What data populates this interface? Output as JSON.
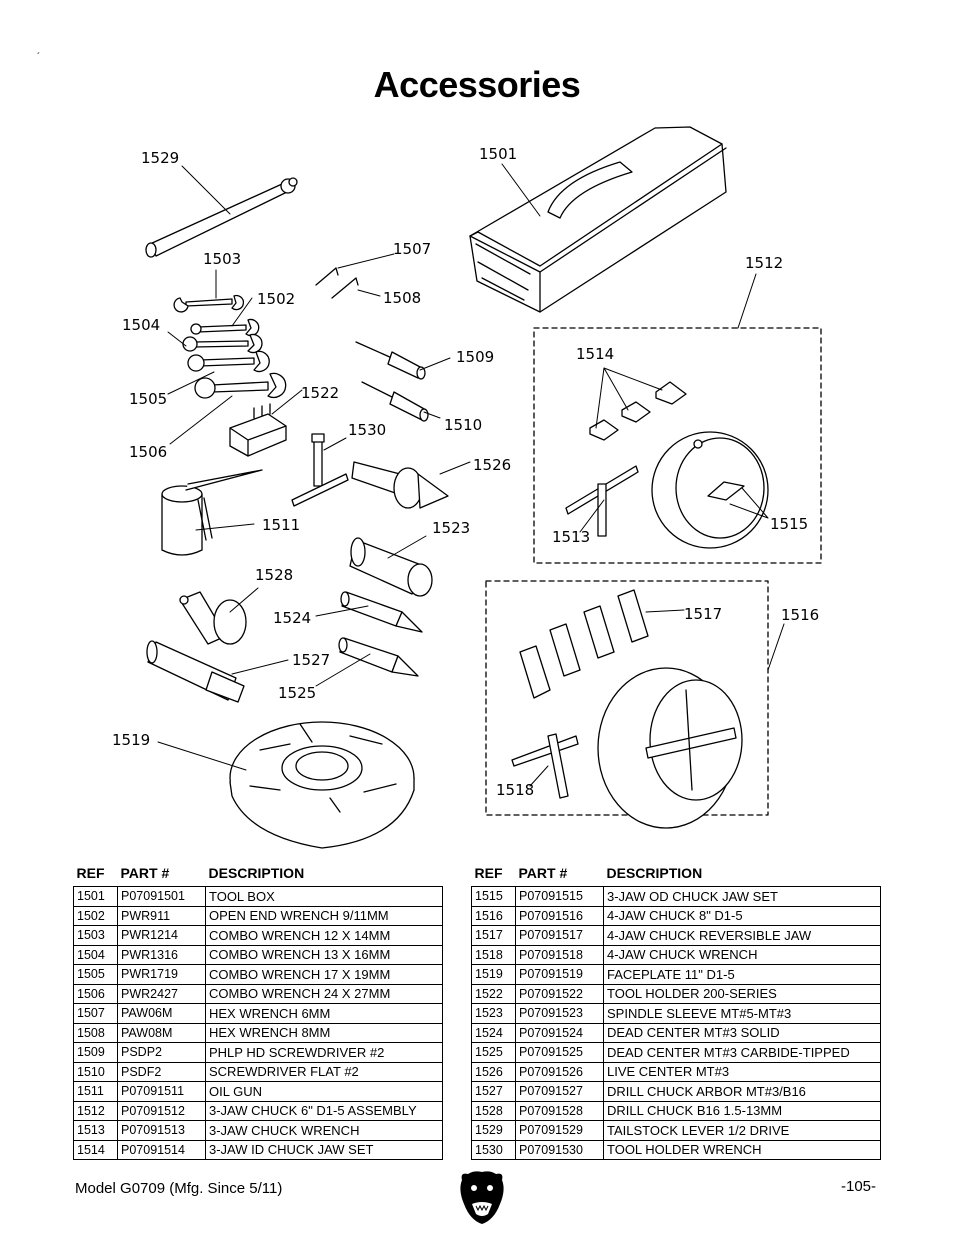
{
  "page": {
    "title": "Accessories",
    "footer_model": "Model G0709 (Mfg. Since 5/11)",
    "page_number": "-105-",
    "corner_mark": "´"
  },
  "callouts": [
    "1501",
    "1502",
    "1503",
    "1504",
    "1505",
    "1506",
    "1507",
    "1508",
    "1509",
    "1510",
    "1511",
    "1512",
    "1513",
    "1514",
    "1515",
    "1516",
    "1517",
    "1518",
    "1519",
    "1522",
    "1523",
    "1524",
    "1525",
    "1526",
    "1527",
    "1528",
    "1529",
    "1530"
  ],
  "table": {
    "headers": {
      "ref": "REF",
      "part": "PART #",
      "desc": "DESCRIPTION"
    },
    "left": [
      {
        "ref": "1501",
        "part": "P07091501",
        "desc": "TOOL BOX"
      },
      {
        "ref": "1502",
        "part": "PWR911",
        "desc": "OPEN END WRENCH 9/11MM"
      },
      {
        "ref": "1503",
        "part": "PWR1214",
        "desc": "COMBO WRENCH 12 X 14MM"
      },
      {
        "ref": "1504",
        "part": "PWR1316",
        "desc": "COMBO WRENCH 13 X 16MM"
      },
      {
        "ref": "1505",
        "part": "PWR1719",
        "desc": "COMBO WRENCH 17 X 19MM"
      },
      {
        "ref": "1506",
        "part": "PWR2427",
        "desc": "COMBO WRENCH 24 X 27MM"
      },
      {
        "ref": "1507",
        "part": "PAW06M",
        "desc": "HEX WRENCH 6MM"
      },
      {
        "ref": "1508",
        "part": "PAW08M",
        "desc": "HEX WRENCH 8MM"
      },
      {
        "ref": "1509",
        "part": "PSDP2",
        "desc": "PHLP HD SCREWDRIVER #2"
      },
      {
        "ref": "1510",
        "part": "PSDF2",
        "desc": "SCREWDRIVER FLAT #2"
      },
      {
        "ref": "1511",
        "part": "P07091511",
        "desc": "OIL GUN"
      },
      {
        "ref": "1512",
        "part": "P07091512",
        "desc": "3-JAW CHUCK 6\" D1-5 ASSEMBLY"
      },
      {
        "ref": "1513",
        "part": "P07091513",
        "desc": "3-JAW CHUCK WRENCH"
      },
      {
        "ref": "1514",
        "part": "P07091514",
        "desc": "3-JAW ID CHUCK JAW SET"
      }
    ],
    "right": [
      {
        "ref": "1515",
        "part": "P07091515",
        "desc": "3-JAW OD CHUCK JAW SET"
      },
      {
        "ref": "1516",
        "part": "P07091516",
        "desc": "4-JAW CHUCK 8\" D1-5"
      },
      {
        "ref": "1517",
        "part": "P07091517",
        "desc": "4-JAW CHUCK REVERSIBLE JAW"
      },
      {
        "ref": "1518",
        "part": "P07091518",
        "desc": "4-JAW CHUCK WRENCH"
      },
      {
        "ref": "1519",
        "part": "P07091519",
        "desc": "FACEPLATE 11\" D1-5"
      },
      {
        "ref": "1522",
        "part": "P07091522",
        "desc": "TOOL HOLDER 200-SERIES"
      },
      {
        "ref": "1523",
        "part": "P07091523",
        "desc": "SPINDLE SLEEVE MT#5-MT#3"
      },
      {
        "ref": "1524",
        "part": "P07091524",
        "desc": "DEAD CENTER MT#3 SOLID"
      },
      {
        "ref": "1525",
        "part": "P07091525",
        "desc": "DEAD CENTER MT#3 CARBIDE-TIPPED"
      },
      {
        "ref": "1526",
        "part": "P07091526",
        "desc": "LIVE CENTER MT#3"
      },
      {
        "ref": "1527",
        "part": "P07091527",
        "desc": "DRILL CHUCK ARBOR MT#3/B16"
      },
      {
        "ref": "1528",
        "part": "P07091528",
        "desc": "DRILL CHUCK B16 1.5-13MM"
      },
      {
        "ref": "1529",
        "part": "P07091529",
        "desc": "TAILSTOCK LEVER 1/2 DRIVE"
      },
      {
        "ref": "1530",
        "part": "P07091530",
        "desc": "TOOL HOLDER WRENCH"
      }
    ]
  }
}
